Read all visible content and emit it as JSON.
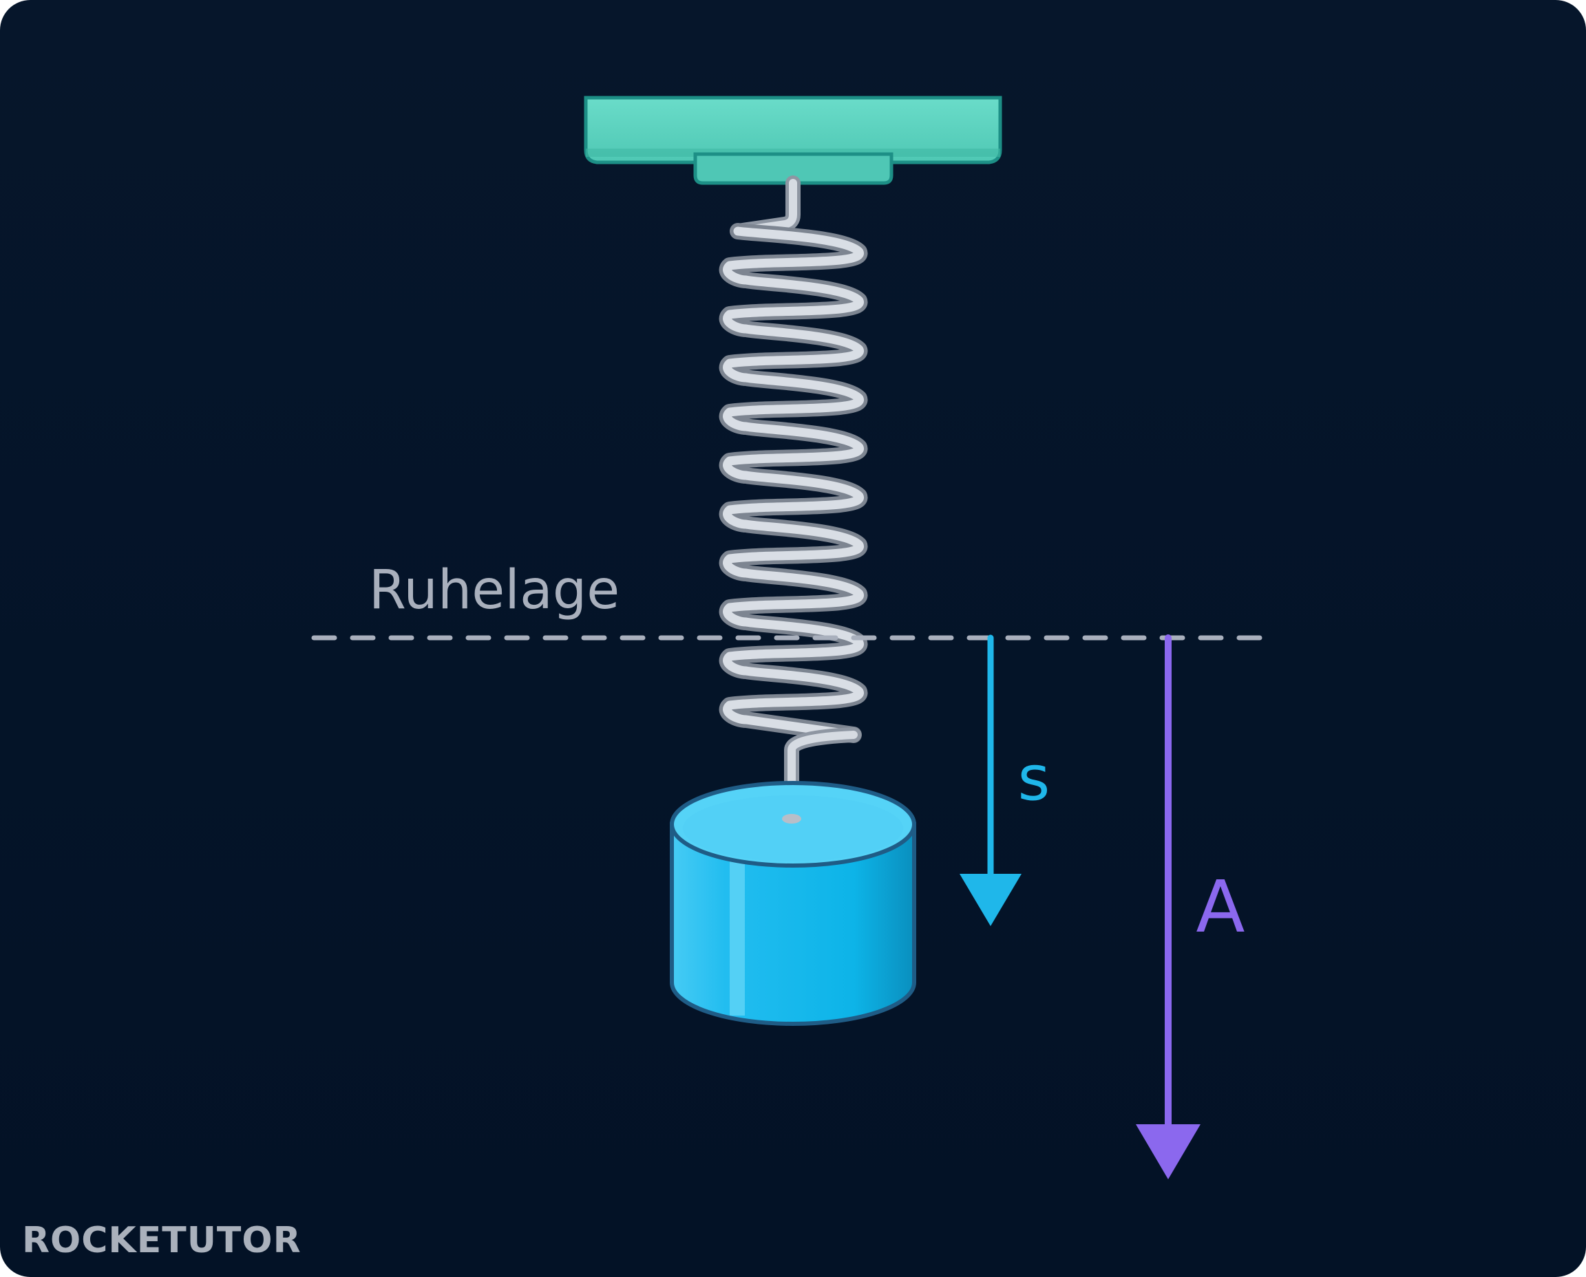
{
  "diagram": {
    "rest_position_label": "Ruhelage",
    "displacement_label": "s",
    "amplitude_label": "A"
  },
  "branding": {
    "logo_text": "ROCKETUTOR"
  },
  "colors": {
    "background": "#04152a",
    "mount": "#5ed6c2",
    "mount_outline": "#1d8f86",
    "spring": "#c9ced6",
    "mass": "#19b7ea",
    "mass_top": "#55d3f7",
    "dashed_line": "#a9b0bd",
    "displacement_arrow": "#1fb7ea",
    "amplitude_arrow": "#8b68ee",
    "logo": "#aab1bc"
  }
}
